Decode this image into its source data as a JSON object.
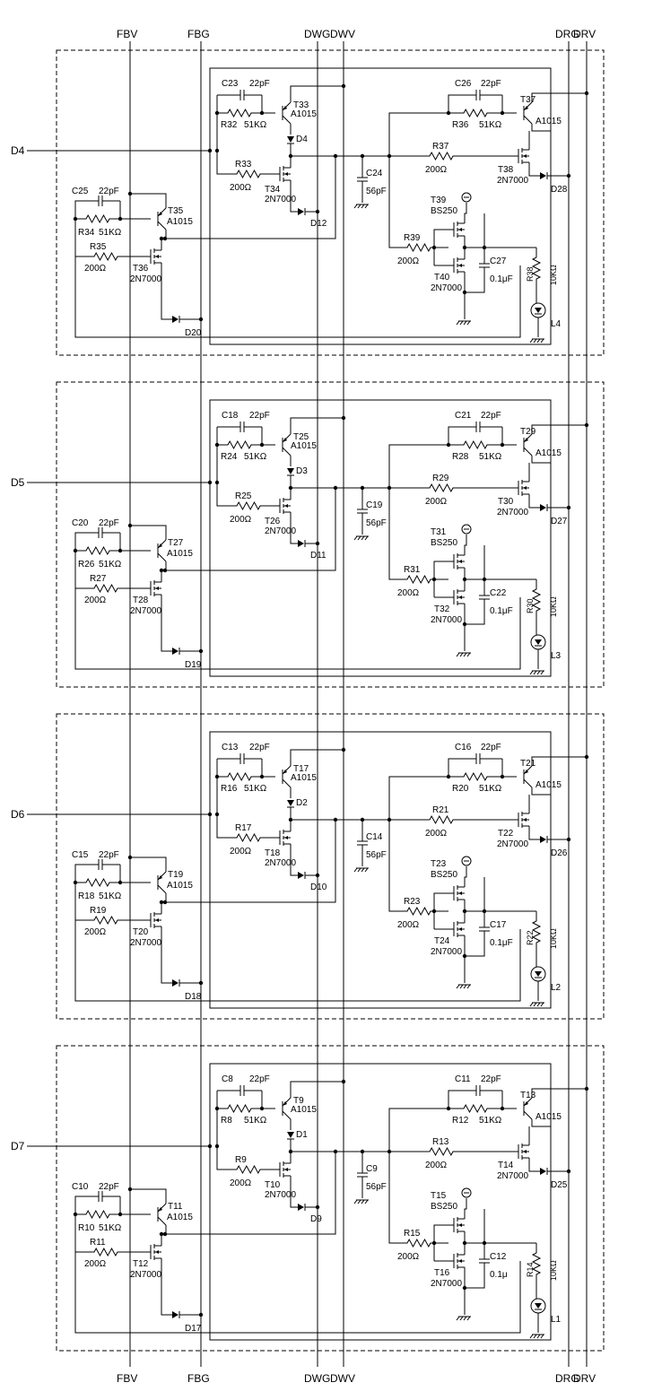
{
  "buses": [
    "FBV",
    "FBG",
    "DWG",
    "DWV",
    "DRG",
    "DRV"
  ],
  "stages": [
    {
      "input": "D4",
      "C_a": "C23",
      "C_a_val": "22pF",
      "R_a": "R32",
      "R_a_val": "51KΩ",
      "T_a": "T33",
      "T_a_type": "A1015",
      "D_a": "D4",
      "R_b": "R33",
      "R_b_val": "200Ω",
      "T_b": "T34",
      "T_b_type": "2N7000",
      "D_b": "D12",
      "C_mid": "C24",
      "C_mid_val": "56pF",
      "C_c": "C26",
      "C_c_val": "22pF",
      "R_c": "R36",
      "R_c_val": "51KΩ",
      "T_c": "T37",
      "T_c_type": "A1015",
      "R_d": "R37",
      "R_d_val": "200Ω",
      "T_d": "T38",
      "T_d_type": "2N7000",
      "D_d": "D28",
      "T_e": "T39",
      "T_e_type": "BS250",
      "R_e": "R39",
      "R_e_val": "200Ω",
      "T_f": "T40",
      "T_f_type": "2N7000",
      "C_e": "C27",
      "C_e_val": "0.1μF",
      "R_f": "R38",
      "R_f_val": "10KΩ",
      "LED": "L4",
      "C_g": "C25",
      "C_g_val": "22pF",
      "R_g": "R34",
      "R_g_val": "51KΩ",
      "T_g": "T35",
      "T_g_type": "A1015",
      "R_h": "R35",
      "R_h_val": "200Ω",
      "T_h": "T36",
      "T_h_type": "2N7000",
      "D_h": "D20"
    },
    {
      "input": "D5",
      "C_a": "C18",
      "C_a_val": "22pF",
      "R_a": "R24",
      "R_a_val": "51KΩ",
      "T_a": "T25",
      "T_a_type": "A1015",
      "D_a": "D3",
      "R_b": "R25",
      "R_b_val": "200Ω",
      "T_b": "T26",
      "T_b_type": "2N7000",
      "D_b": "D11",
      "C_mid": "C19",
      "C_mid_val": "56pF",
      "C_c": "C21",
      "C_c_val": "22pF",
      "R_c": "R28",
      "R_c_val": "51KΩ",
      "T_c": "T29",
      "T_c_type": "A1015",
      "R_d": "R29",
      "R_d_val": "200Ω",
      "T_d": "T30",
      "T_d_type": "2N7000",
      "D_d": "D27",
      "T_e": "T31",
      "T_e_type": "BS250",
      "R_e": "R31",
      "R_e_val": "200Ω",
      "T_f": "T32",
      "T_f_type": "2N7000",
      "C_e": "C22",
      "C_e_val": "0.1μF",
      "R_f": "R30",
      "R_f_val": "10KΩ",
      "LED": "L3",
      "C_g": "C20",
      "C_g_val": "22pF",
      "R_g": "R26",
      "R_g_val": "51KΩ",
      "T_g": "T27",
      "T_g_type": "A1015",
      "R_h": "R27",
      "R_h_val": "200Ω",
      "T_h": "T28",
      "T_h_type": "2N7000",
      "D_h": "D19"
    },
    {
      "input": "D6",
      "C_a": "C13",
      "C_a_val": "22pF",
      "R_a": "R16",
      "R_a_val": "51KΩ",
      "T_a": "T17",
      "T_a_type": "A1015",
      "D_a": "D2",
      "R_b": "R17",
      "R_b_val": "200Ω",
      "T_b": "T18",
      "T_b_type": "2N7000",
      "D_b": "D10",
      "C_mid": "C14",
      "C_mid_val": "56pF",
      "C_c": "C16",
      "C_c_val": "22pF",
      "R_c": "R20",
      "R_c_val": "51KΩ",
      "T_c": "T21",
      "T_c_type": "A1015",
      "R_d": "R21",
      "R_d_val": "200Ω",
      "T_d": "T22",
      "T_d_type": "2N7000",
      "D_d": "D26",
      "T_e": "T23",
      "T_e_type": "BS250",
      "R_e": "R23",
      "R_e_val": "200Ω",
      "T_f": "T24",
      "T_f_type": "2N7000",
      "C_e": "C17",
      "C_e_val": "0.1μF",
      "R_f": "R22",
      "R_f_val": "10KΩ",
      "LED": "L2",
      "C_g": "C15",
      "C_g_val": "22pF",
      "R_g": "R18",
      "R_g_val": "51KΩ",
      "T_g": "T19",
      "T_g_type": "A1015",
      "R_h": "R19",
      "R_h_val": "200Ω",
      "T_h": "T20",
      "T_h_type": "2N7000",
      "D_h": "D18"
    },
    {
      "input": "D7",
      "C_a": "C8",
      "C_a_val": "22pF",
      "R_a": "R8",
      "R_a_val": "51KΩ",
      "T_a": "T9",
      "T_a_type": "A1015",
      "D_a": "D1",
      "R_b": "R9",
      "R_b_val": "200Ω",
      "T_b": "T10",
      "T_b_type": "2N7000",
      "D_b": "D9",
      "C_mid": "C9",
      "C_mid_val": "56pF",
      "C_c": "C11",
      "C_c_val": "22pF",
      "R_c": "R12",
      "R_c_val": "51KΩ",
      "T_c": "T13",
      "T_c_type": "A1015",
      "R_d": "R13",
      "R_d_val": "200Ω",
      "T_d": "T14",
      "T_d_type": "2N7000",
      "D_d": "D25",
      "T_e": "T15",
      "T_e_type": "BS250",
      "R_e": "R15",
      "R_e_val": "200Ω",
      "T_f": "T16",
      "T_f_type": "2N7000",
      "C_e": "C12",
      "C_e_val": "0.1μ",
      "R_f": "R14",
      "R_f_val": "10KΩ",
      "LED": "L1",
      "C_g": "C10",
      "C_g_val": "22pF",
      "R_g": "R10",
      "R_g_val": "51KΩ",
      "T_g": "T11",
      "T_g_type": "A1015",
      "R_h": "R11",
      "R_h_val": "200Ω",
      "T_h": "T12",
      "T_h_type": "2N7000",
      "D_h": "D17"
    }
  ]
}
